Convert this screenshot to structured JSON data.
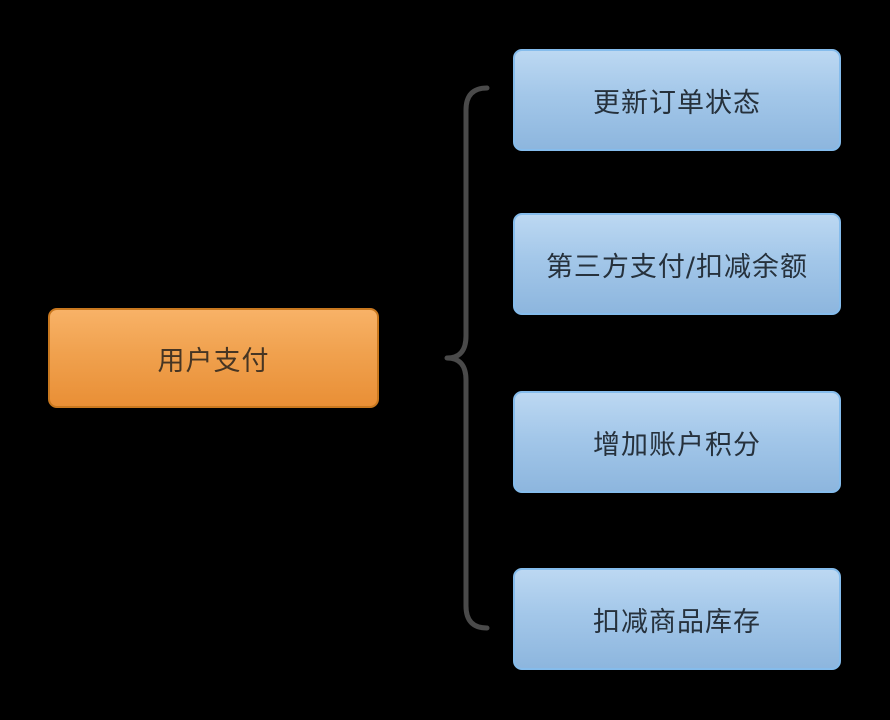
{
  "diagram": {
    "type": "brace-map",
    "background": "#000000",
    "root": {
      "label": "用户支付",
      "fill_top": "#F8B267",
      "fill_bottom": "#E98F36",
      "border_color": "#C9781F",
      "text_color": "#463523"
    },
    "brace": {
      "color": "#4A4A4A"
    },
    "children": [
      {
        "label": "更新订单状态"
      },
      {
        "label": "第三方支付/扣减余额"
      },
      {
        "label": "增加账户积分"
      },
      {
        "label": "扣减商品库存"
      }
    ],
    "child_style": {
      "fill_top": "#BCD8F2",
      "fill_bottom": "#8DB6DE",
      "border_color": "#85BCEC",
      "text_color": "#26313C"
    }
  }
}
